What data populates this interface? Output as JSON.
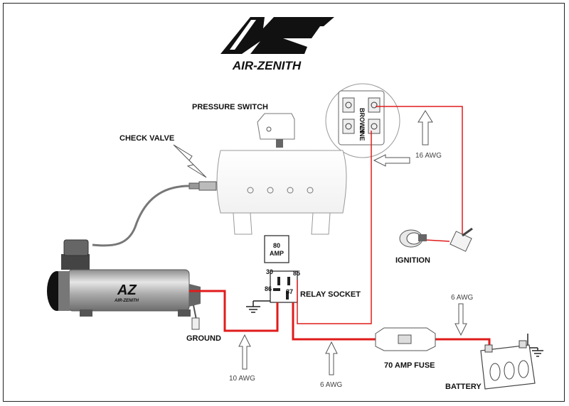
{
  "brand": {
    "name": "AIR-ZENITH",
    "logo_mark": "AZ"
  },
  "components": {
    "pressure_switch": "PRESSURE SWITCH",
    "check_valve": "CHECK VALVE",
    "ignition": "IGNITION",
    "relay_socket": "RELAY SOCKET",
    "ground": "GROUND",
    "fuse": "70 AMP FUSE",
    "battery": "BATTERY"
  },
  "relay": {
    "rating_line1": "80",
    "rating_line2": "AMP",
    "pins": [
      "30",
      "85",
      "86",
      "87"
    ]
  },
  "switch_terminals": {
    "top": "BROWN",
    "bottom": "LINE"
  },
  "wire_gauges": {
    "switch_wire": "16 AWG",
    "battery_wire": "6 AWG",
    "ground_wire": "10 AWG",
    "relay_wire": "6 AWG"
  },
  "colors": {
    "wire": "#e01b1b",
    "line": "#333333",
    "metal": "#b9b9b9",
    "light_gray": "#cfcfcf"
  }
}
